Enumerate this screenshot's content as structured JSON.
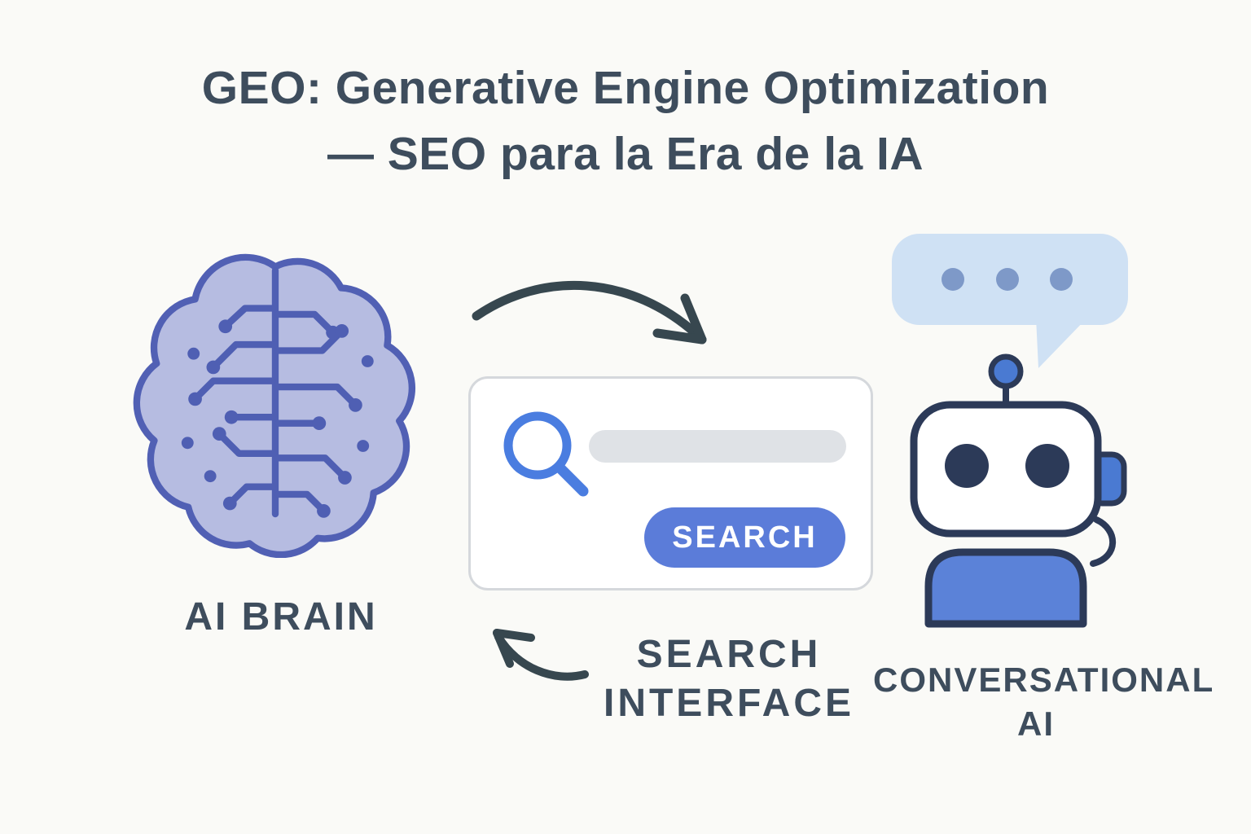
{
  "title": {
    "line1": "GEO: Generative Engine Optimization",
    "line2": "— SEO para la Era de la IA"
  },
  "diagram": {
    "brain": {
      "label": "AI BRAIN"
    },
    "search_interface": {
      "label_line1": "SEARCH",
      "label_line2": "INTERFACE",
      "button_label": "SEARCH",
      "input_value": "",
      "input_placeholder": ""
    },
    "conversational_ai": {
      "label_line1": "CONVERSATIONAL",
      "label_line2": "AI"
    }
  },
  "icons": {
    "search": "magnifier-glass",
    "brain": "circuit-brain",
    "robot": "chatbot-head-with-speech-bubble",
    "arrows": [
      "curved-arrow-right",
      "curved-arrow-up-left"
    ]
  },
  "colors": {
    "background": "#fafaf7",
    "text_dark": "#3e4d5d",
    "brain_fill": "#b6bce1",
    "brain_outline": "#5160b4",
    "circuit": "#4f5fb3",
    "accent_blue": "#5b7cd9",
    "magnifier_blue": "#4a7de0",
    "search_bar_gray": "#dfe2e6",
    "card_border": "#d5d8dc",
    "robot_outline": "#2c3a58",
    "robot_blue": "#4a7ad2",
    "bubble_fill": "#cfe1f4",
    "bubble_dots": "#7e99c8",
    "arrow": "#37474f"
  }
}
